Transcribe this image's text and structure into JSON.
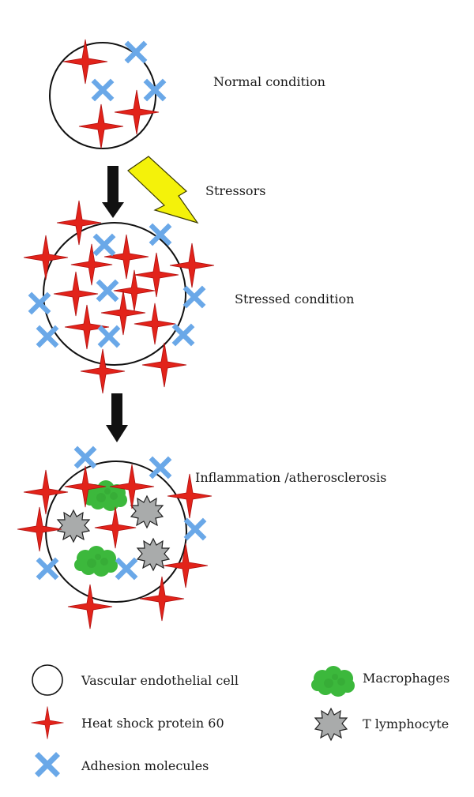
{
  "labels": {
    "normal": "Normal condition",
    "stressors": "Stressors",
    "stressed": "Stressed condition",
    "inflammation": "Inflammation /atherosclerosis"
  },
  "legend": {
    "cell": "Vascular endothelial cell",
    "hsp": "Heat shock protein 60",
    "adhesion": "Adhesion molecules",
    "macrophages": "Macrophages",
    "tcell": "T lymphocyte"
  },
  "colors": {
    "hsp_red": "#e2231a",
    "adhesion_blue": "#6aa8e8",
    "macrophage_green": "#3cb83c",
    "tcell_gray": "#a9abab",
    "bolt_yellow": "#f4f20a",
    "arrow_black": "#111111"
  },
  "icons": {
    "hsp": "four-point-star-icon",
    "adhesion": "x-cross-icon",
    "macrophage": "green-blob-icon",
    "tcell": "spiky-star-icon",
    "stressor": "lightning-bolt-icon"
  }
}
